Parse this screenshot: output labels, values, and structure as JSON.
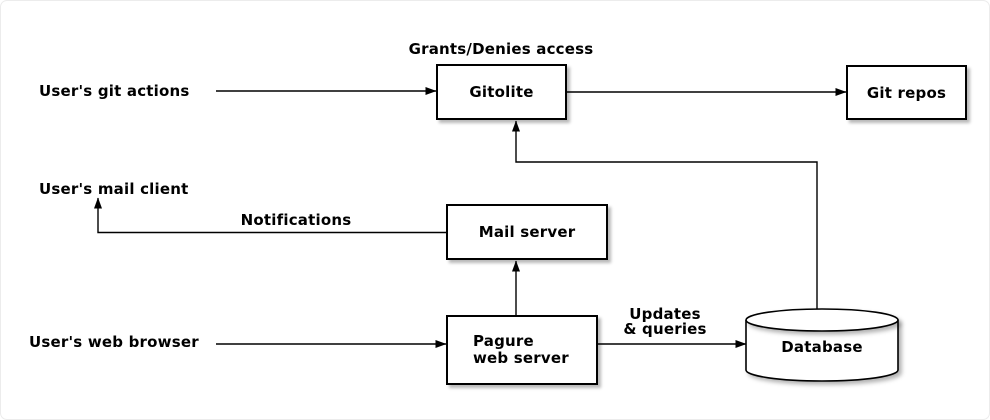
{
  "diagram": {
    "source_labels": {
      "git_actions": "User's git actions",
      "mail_client": "User's mail client",
      "web_browser": "User's web browser"
    },
    "edge_labels": {
      "grants_denies": "Grants/Denies access",
      "notifications": "Notifications",
      "updates_queries_line1": "Updates",
      "updates_queries_line2": "& queries"
    },
    "nodes": {
      "gitolite": "Gitolite",
      "git_repos": "Git repos",
      "mail_server": "Mail server",
      "pagure_line1": "Pagure",
      "pagure_line2": "web server",
      "database": "Database"
    },
    "edges": [
      {
        "from": "users-git-actions",
        "to": "gitolite",
        "label": "Grants/Denies access"
      },
      {
        "from": "gitolite",
        "to": "git-repos",
        "label": ""
      },
      {
        "from": "database",
        "to": "gitolite",
        "label": ""
      },
      {
        "from": "mail-server",
        "to": "users-mail-client",
        "label": "Notifications"
      },
      {
        "from": "pagure-web-server",
        "to": "mail-server",
        "label": ""
      },
      {
        "from": "users-web-browser",
        "to": "pagure-web-server",
        "label": ""
      },
      {
        "from": "pagure-web-server",
        "to": "database",
        "label": "Updates & queries"
      }
    ],
    "colors": {
      "stroke": "#000000",
      "node_fill": "#ffffff",
      "shadow": "rgba(0,0,0,0.3)",
      "background": "#ffffff"
    }
  }
}
